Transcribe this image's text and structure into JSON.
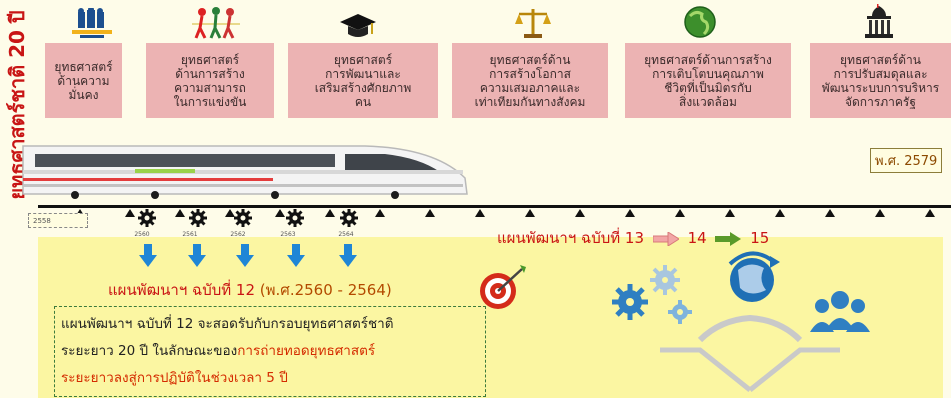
{
  "title": "ยุทธศาสตร์ชาติ 20 ปี",
  "strategies": [
    {
      "label": "ยุทธศาสตร์\nด้านความ\nมั่นคง",
      "icon": "military-icon"
    },
    {
      "label": "ยุทธศาสตร์\nด้านการสร้าง\nความสามารถ\nในการแข่งขัน",
      "icon": "runners-icon"
    },
    {
      "label": "ยุทธศาสตร์\nการพัฒนาและ\nเสริมสร้างศักยภาพ\nคน",
      "icon": "graduation-cap-icon"
    },
    {
      "label": "ยุทธศาสตร์ด้าน\nการสร้างโอกาส\nความเสมอภาคและ\nเท่าเทียมกันทางสังคม",
      "icon": "scales-icon"
    },
    {
      "label": "ยุทธศาสตร์ด้านการสร้าง\nการเติบโตบนคุณภาพ\nชีวิตที่เป็นมิตรกับ\nสิ่งแวดล้อม",
      "icon": "green-globe-icon"
    },
    {
      "label": "ยุทธศาสตร์ด้าน\nการปรับสมดุลและ\nพัฒนาระบบการบริหาร\nจัดการภาครัฐ",
      "icon": "government-building-icon"
    }
  ],
  "timeline": {
    "start_label": "2558",
    "end_label": "พ.ศ. 2579",
    "years": [
      "2560",
      "2561",
      "2562",
      "2563",
      "2564"
    ]
  },
  "next_plans": {
    "prefix": "แผนพัฒนาฯ ฉบับที่ 13",
    "p14": "14",
    "p15": "15"
  },
  "plan12": {
    "title": "แผนพัฒนาฯ ฉบับที่ 12 ",
    "years": "(พ.ศ.2560 - 2564)",
    "desc_line1": "แผนพัฒนาฯ ฉบับที่ 12 จะสอดรับกับกรอบยุทธศาสตร์ชาติ",
    "desc_line2_a": "ระยะยาว 20 ปี ในลักษณะของ",
    "desc_line2_b": "การถ่ายทอดยุทธศาสตร์",
    "desc_line3": "ระยะยาวลงสู่การปฏิบัติในช่วงเวลา 5 ปี"
  },
  "colors": {
    "title_red": "#c81515",
    "card_pink": "#ecb3b3",
    "panel_yellow": "#fbf6a2",
    "arrow_blue": "#1f86d6",
    "arrow_pink": "#f2a6a6",
    "arrow_green": "#5a9a2a"
  }
}
